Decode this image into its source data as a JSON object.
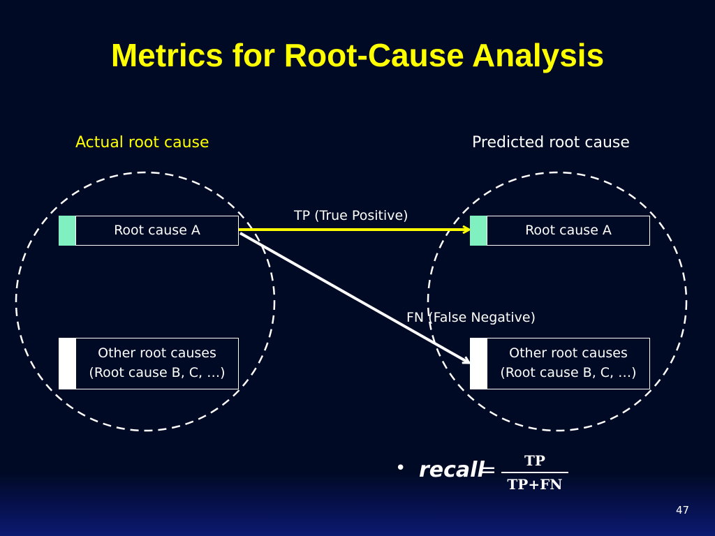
{
  "slide": {
    "title": "Metrics for Root-Cause Analysis",
    "page_number": "47"
  },
  "diagram": {
    "left_group_label": "Actual root cause",
    "right_group_label": "Predicted root cause",
    "left_boxes": {
      "a": "Root cause A",
      "others_line1": "Other root causes",
      "others_line2": "(Root cause B, C, …)"
    },
    "right_boxes": {
      "a": "Root cause A",
      "others_line1": "Other root causes",
      "others_line2": "(Root cause B, C, …)"
    },
    "edges": {
      "tp": "TP (True Positive)",
      "fn": "FN (False Negative)"
    },
    "colors": {
      "title": "#ffff00",
      "tp_arrow": "#ffff00",
      "fn_arrow": "#ffffff",
      "match_tab": "#80f0c0"
    }
  },
  "formula": {
    "bullet": "•",
    "lhs": "recall",
    "equals": "=",
    "numerator": "TP",
    "denominator": "TP+FN"
  }
}
